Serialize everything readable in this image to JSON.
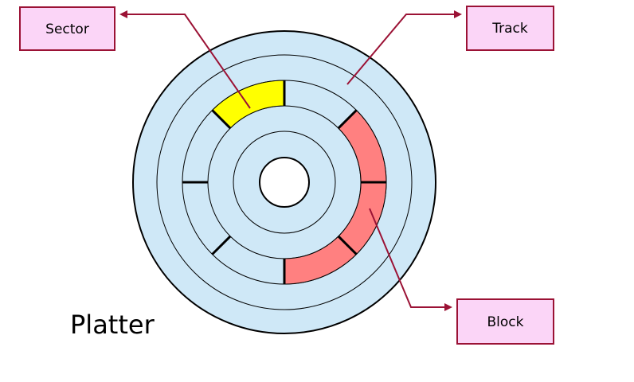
{
  "labels": {
    "sector": "Sector",
    "track": "Track",
    "block": "Block"
  },
  "title": "Platter",
  "colors": {
    "platter_fill": "#cfe8f7",
    "line": "#000000",
    "sector_fill": "#ffff00",
    "block_fill": "#ff8080",
    "callout_fill": "#fbd5f7",
    "callout_border": "#9b1235",
    "arrow": "#9b1235",
    "hole": "#ffffff"
  }
}
